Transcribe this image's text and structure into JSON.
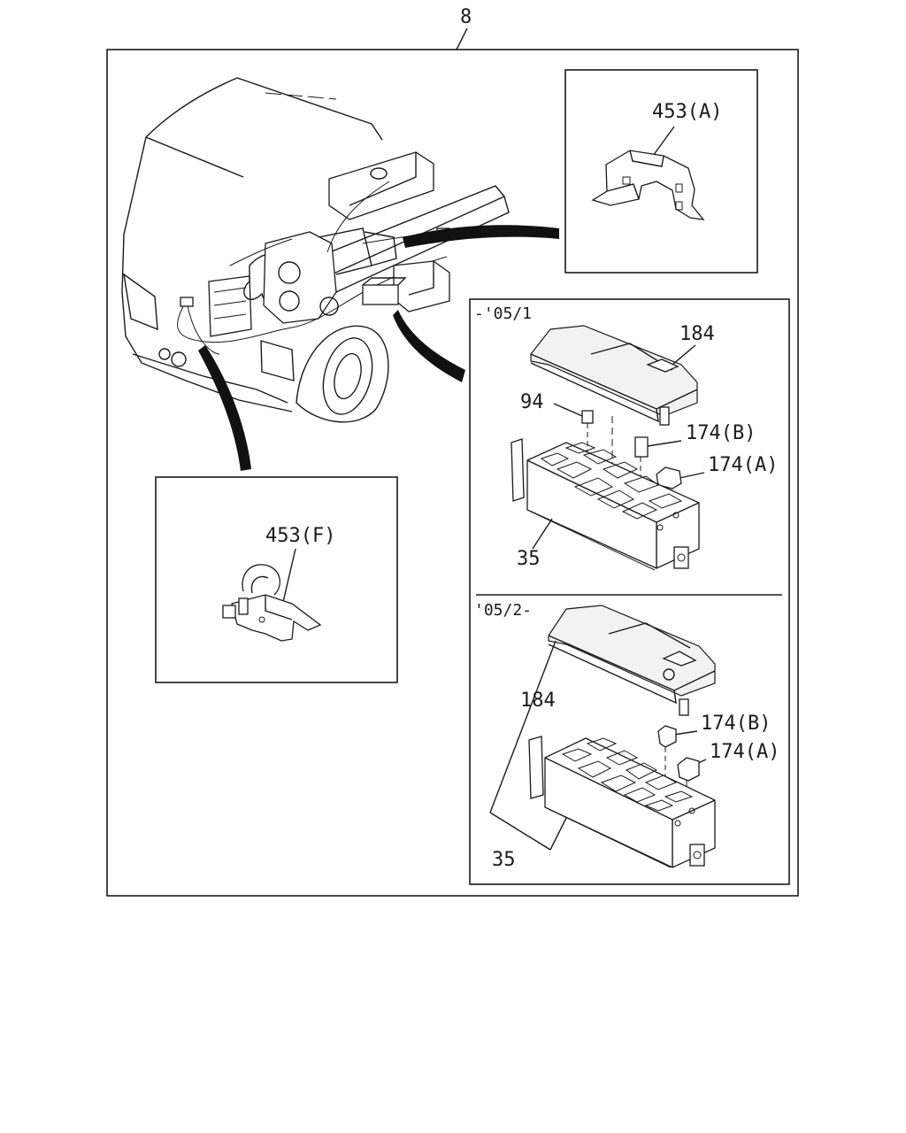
{
  "diagram": {
    "main_ref": "8",
    "engine_bay_view": {
      "icons": [
        "truck-cab-icon",
        "engine-icon",
        "wiring-harness-icon",
        "battery-icon",
        "radiator-fan-icon",
        "wheel-icon"
      ]
    },
    "detail_bracket_a": {
      "label": "453(A)",
      "icon": "bracket-icon"
    },
    "detail_bracket_f": {
      "label": "453(F)",
      "icon": "clamp-bracket-icon"
    },
    "panel_2005_1": {
      "header": "-'05/1",
      "labels": {
        "cover": "184",
        "relay_94": "94",
        "relay_b": "174(B)",
        "relay_a": "174(A)",
        "box": "35"
      }
    },
    "panel_2005_2": {
      "header": "'05/2-",
      "labels": {
        "cover": "184",
        "relay_b": "174(B)",
        "relay_a": "174(A)",
        "box": "35"
      }
    }
  }
}
